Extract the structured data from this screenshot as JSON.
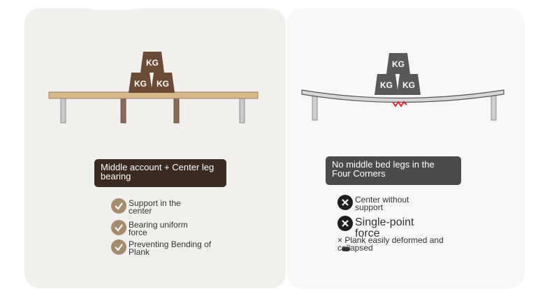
{
  "left": {
    "weights": [
      "KG",
      "KG",
      "KG"
    ],
    "label": "Middle account + Center leg bearing",
    "items": [
      "Support in the center",
      "Bearing uniform force",
      "Preventing Bending of Plank"
    ],
    "colors": {
      "weight": "#6b4a36",
      "plank": "#d8b98c",
      "leg": "#c9c9c9",
      "center_leg": "#8a6a55",
      "label_bg": "#3a2a20",
      "check": "#a58c6e"
    }
  },
  "right": {
    "weights": [
      "KG",
      "KG",
      "KG"
    ],
    "label": "No middle bed legs in the Four Corners",
    "items": [
      "Center without support",
      "Single-point force"
    ],
    "note": "× Plank easily deformed and collapsed",
    "colors": {
      "weight": "#595959",
      "plank": "#d6d6d6",
      "leg": "#cfcfcf",
      "crack": "#e0262d",
      "label_bg": "#4b4b4b",
      "x": "#1e1e1e"
    }
  }
}
